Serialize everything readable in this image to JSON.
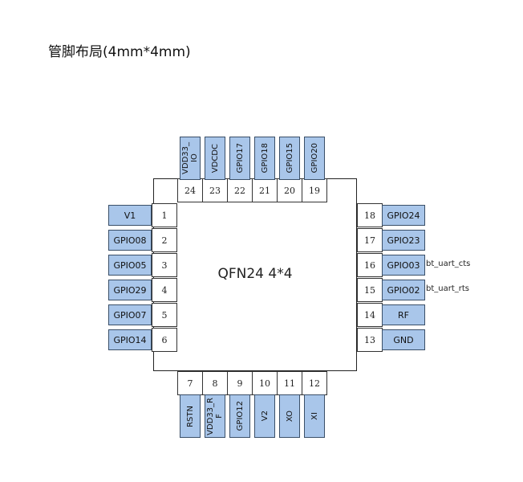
{
  "title": "管脚布局(4mm*4mm)",
  "chip_label": "QFN24 4*4",
  "top_pins": [
    {
      "num": "24",
      "name": "VDD33_\nIO"
    },
    {
      "num": "23",
      "name": "VDCDC"
    },
    {
      "num": "22",
      "name": "GPIO17"
    },
    {
      "num": "21",
      "name": "GPIO18"
    },
    {
      "num": "20",
      "name": "GPIO15"
    },
    {
      "num": "19",
      "name": "GPIO20"
    }
  ],
  "left_pins": [
    {
      "num": "1",
      "name": "V1"
    },
    {
      "num": "2",
      "name": "GPIO08"
    },
    {
      "num": "3",
      "name": "GPIO05"
    },
    {
      "num": "4",
      "name": "GPIO29"
    },
    {
      "num": "5",
      "name": "GPIO07"
    },
    {
      "num": "6",
      "name": "GPIO14"
    }
  ],
  "right_pins": [
    {
      "num": "18",
      "name": "GPIO24",
      "extra": ""
    },
    {
      "num": "17",
      "name": "GPIO23",
      "extra": ""
    },
    {
      "num": "16",
      "name": "GPIO03",
      "extra": "bt_uart_cts"
    },
    {
      "num": "15",
      "name": "GPIO02",
      "extra": "bt_uart_rts"
    },
    {
      "num": "14",
      "name": "RF",
      "extra": ""
    },
    {
      "num": "13",
      "name": "GND",
      "extra": ""
    }
  ],
  "bottom_pins": [
    {
      "num": "7",
      "name": "RSTN"
    },
    {
      "num": "8",
      "name": "VDD33_R\nF"
    },
    {
      "num": "9",
      "name": "GPIO12"
    },
    {
      "num": "10",
      "name": "V2"
    },
    {
      "num": "11",
      "name": "XO"
    },
    {
      "num": "12",
      "name": "XI"
    }
  ]
}
